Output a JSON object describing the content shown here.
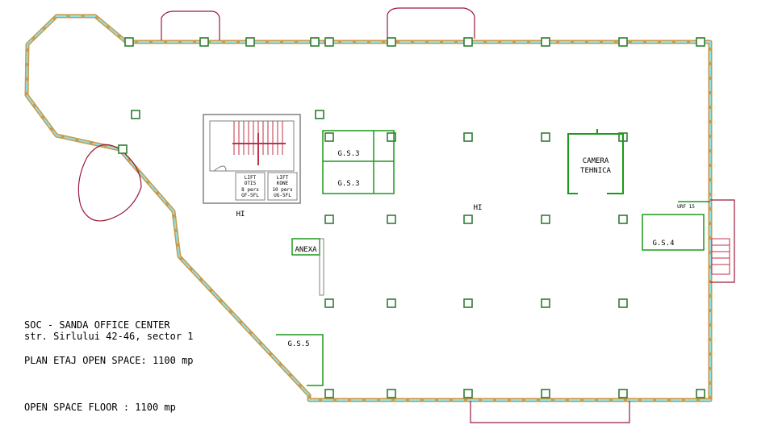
{
  "colors": {
    "wall": "#c99a4a",
    "glass": "#8fe0e8",
    "column": "#2e7d32",
    "room": "#1a9a1a",
    "outline": "#9b1b3a",
    "core": "#808080",
    "text": "#000000"
  },
  "rooms": {
    "gs3_top": "G.S.3",
    "gs3_bottom": "G.S.3",
    "gs4": "G.S.4",
    "gs5": "G.S.5",
    "camera_line1": "CAMERA",
    "camera_line2": "TEHNICA",
    "anexa": "ANEXA",
    "urf": "URF 15"
  },
  "lifts": {
    "otis_line1": "LIFT",
    "otis_line2": "OTIS",
    "otis_line3": "8 pers",
    "otis_line4": "GF-5FL",
    "kone_line1": "LIFT",
    "kone_line2": "KONE",
    "kone_line3": "10 pers",
    "kone_line4": "UG-5FL"
  },
  "markers": {
    "hi_left": "HI",
    "hi_center": "HI"
  },
  "caption": {
    "line1": "SOC - SANDA OFFICE CENTER",
    "line2": "str. Sirlului 42-46, sector 1",
    "line3": "PLAN  ETAJ  OPEN SPACE: 1100 mp",
    "line4": "OPEN SPACE FLOOR : 1100 mp"
  }
}
